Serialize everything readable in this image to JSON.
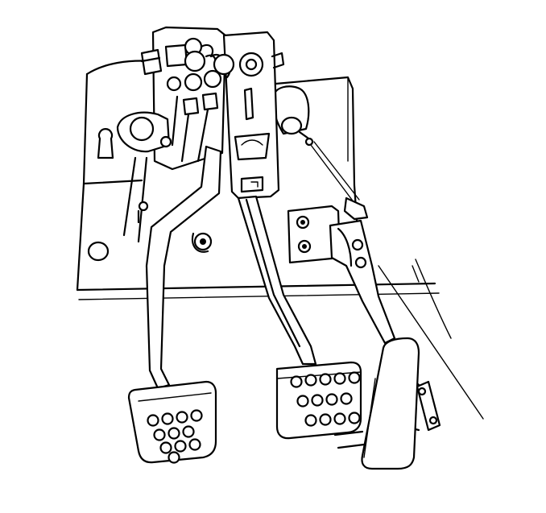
{
  "diagram": {
    "subject": "pedal-assembly",
    "pedals": [
      {
        "id": "clutch",
        "holes": 11
      },
      {
        "id": "brake",
        "holes": 13
      },
      {
        "id": "accelerator",
        "holes": 0
      }
    ],
    "colors": {
      "line": "#000000",
      "background": "#ffffff"
    }
  }
}
